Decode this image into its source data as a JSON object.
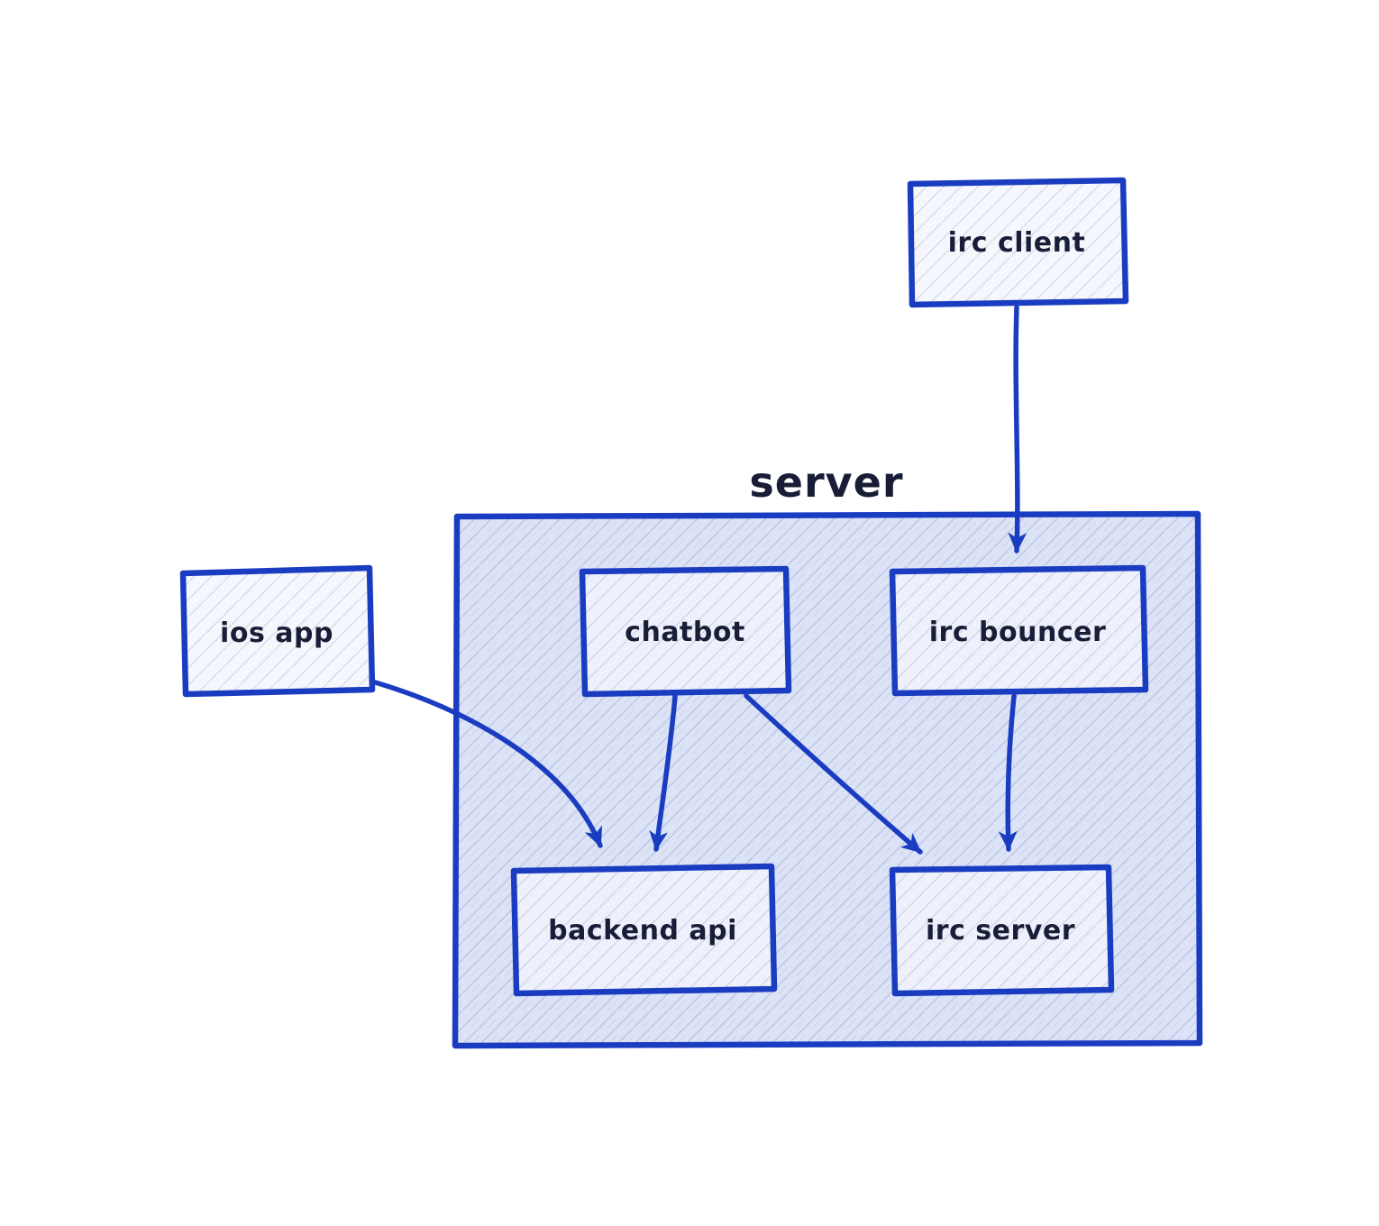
{
  "title": "server",
  "nodes": {
    "irc_client": {
      "label": "irc client"
    },
    "ios_app": {
      "label": "ios app"
    },
    "chatbot": {
      "label": "chatbot"
    },
    "irc_bouncer": {
      "label": "irc bouncer"
    },
    "backend_api": {
      "label": "backend api"
    },
    "irc_server": {
      "label": "irc server"
    }
  },
  "edges": [
    {
      "from": "irc client",
      "to": "irc bouncer"
    },
    {
      "from": "ios app",
      "to": "backend api"
    },
    {
      "from": "chatbot",
      "to": "backend api"
    },
    {
      "from": "chatbot",
      "to": "irc server"
    },
    {
      "from": "irc bouncer",
      "to": "irc server"
    }
  ],
  "colors": {
    "stroke": "#1a3cc1",
    "text": "#191e38",
    "server_fill": "#dce3f7",
    "inner_node_fill": "#eef1fb",
    "outer_node_fill": "#f5f7fd",
    "background": "#ffffff"
  }
}
